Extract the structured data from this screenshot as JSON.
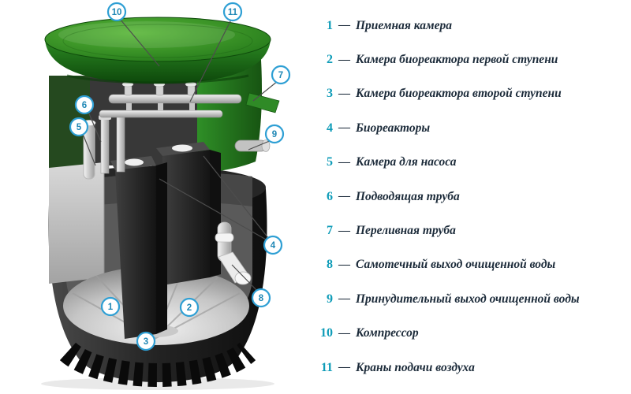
{
  "colors": {
    "accent_number": "#0f9cb8",
    "legend_text": "#1c2b3a",
    "callout_ring": "#2e9fd4",
    "callout_number": "#1f87b5",
    "lid_green": "#2f8a26",
    "tank_body": "#232323"
  },
  "legend": {
    "separator": "—",
    "items": [
      {
        "number": "1",
        "label": "Приемная камера"
      },
      {
        "number": "2",
        "label": "Камера биореактора первой ступени"
      },
      {
        "number": "3",
        "label": "Камера биореактора второй ступени"
      },
      {
        "number": "4",
        "label": "Биореакторы"
      },
      {
        "number": "5",
        "label": "Камера для насоса"
      },
      {
        "number": "6",
        "label": "Подводящая труба"
      },
      {
        "number": "7",
        "label": "Переливная труба"
      },
      {
        "number": "8",
        "label": "Самотечный выход очищенной воды"
      },
      {
        "number": "9",
        "label": "Принудительный выход очищенной воды"
      },
      {
        "number": "10",
        "label": "Компрессор"
      },
      {
        "number": "11",
        "label": "Краны подачи воздуха"
      }
    ]
  },
  "callouts": [
    {
      "number": "1"
    },
    {
      "number": "2"
    },
    {
      "number": "3"
    },
    {
      "number": "4"
    },
    {
      "number": "5"
    },
    {
      "number": "6"
    },
    {
      "number": "7"
    },
    {
      "number": "8"
    },
    {
      "number": "9"
    },
    {
      "number": "10"
    },
    {
      "number": "11"
    }
  ]
}
